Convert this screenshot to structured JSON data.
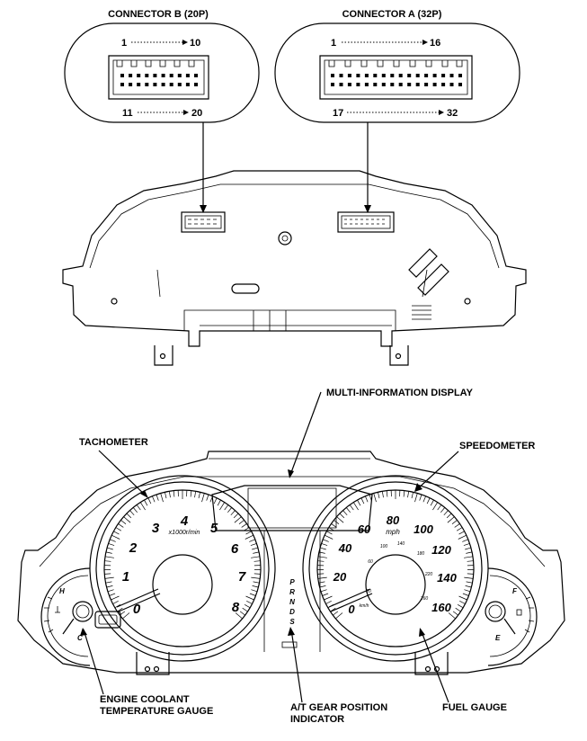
{
  "connectors": {
    "b": {
      "title": "CONNECTOR B (20P)",
      "top_left": "1",
      "top_right": "10",
      "bottom_left": "11",
      "bottom_right": "20"
    },
    "a": {
      "title": "CONNECTOR A (32P)",
      "top_left": "1",
      "top_right": "16",
      "bottom_left": "17",
      "bottom_right": "32"
    }
  },
  "callouts": {
    "mid": "MULTI-INFORMATION DISPLAY",
    "tachometer": "TACHOMETER",
    "speedometer": "SPEEDOMETER",
    "coolant_line1": "ENGINE COOLANT",
    "coolant_line2": "TEMPERATURE GAUGE",
    "gear_line1": "A/T GEAR POSITION",
    "gear_line2": "INDICATOR",
    "fuel": "FUEL GAUGE"
  },
  "tachometer": {
    "numbers": [
      "0",
      "1",
      "2",
      "3",
      "4",
      "5",
      "6",
      "7",
      "8"
    ],
    "unit": "x1000r/min"
  },
  "speedometer": {
    "mph": [
      "0",
      "20",
      "40",
      "60",
      "80",
      "100",
      "120",
      "140",
      "160"
    ],
    "unit": "mph",
    "kmh": [
      "20",
      "60",
      "100",
      "140",
      "180",
      "220",
      "260"
    ],
    "kmh_unit": "km/h"
  },
  "coolant_gauge": {
    "hot": "H",
    "cold": "C"
  },
  "fuel_gauge": {
    "full": "F",
    "empty": "E"
  },
  "gear_indicator": {
    "letters": [
      "P",
      "R",
      "N",
      "D",
      "S"
    ]
  }
}
